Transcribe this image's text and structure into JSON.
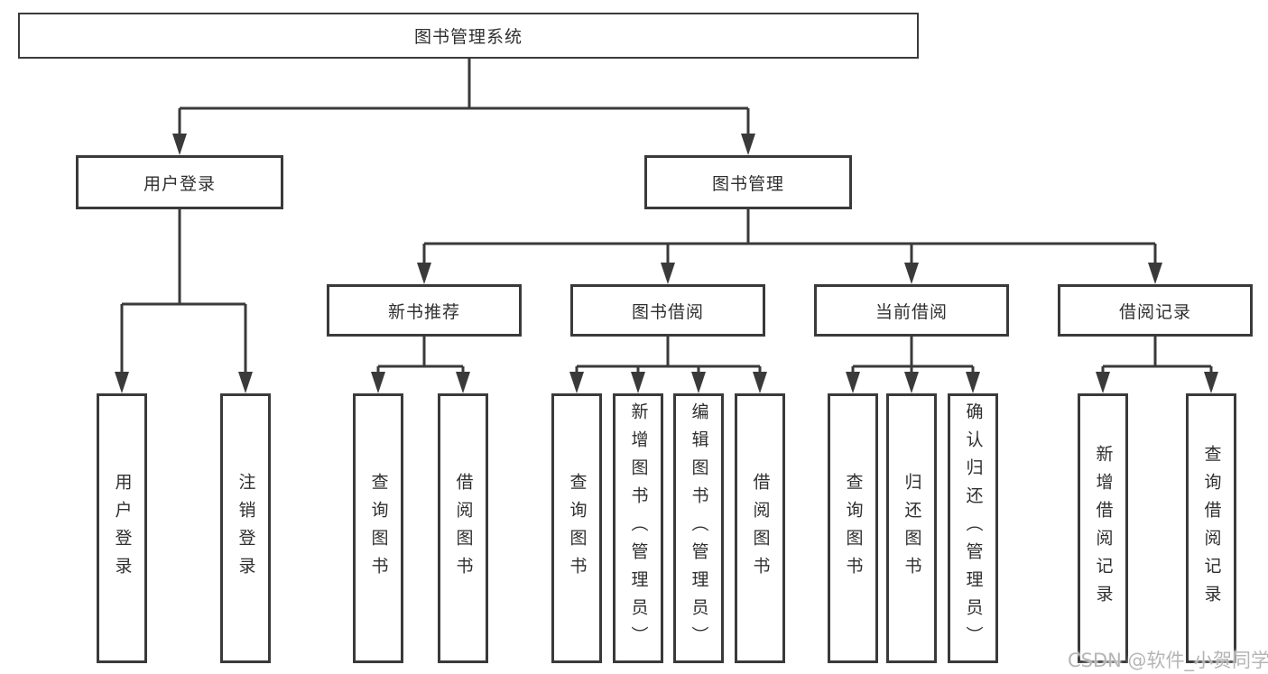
{
  "diagram_type": "tree",
  "nodes": {
    "root": "图书管理系统",
    "user_login": "用户登录",
    "book_mgmt": "图书管理",
    "new_books": "新书推荐",
    "book_borrow": "图书借阅",
    "current_borrow": "当前借阅",
    "borrow_records": "借阅记录",
    "leaf_user_login": "用户登录",
    "leaf_logout": "注销登录",
    "leaf_nb_query": "查询图书",
    "leaf_nb_borrow": "借阅图书",
    "leaf_bb_query": "查询图书",
    "leaf_bb_add": "新增图书（管理员）",
    "leaf_bb_edit": "编辑图书（管理员）",
    "leaf_bb_borrow": "借阅图书",
    "leaf_cb_query": "查询图书",
    "leaf_cb_return": "归还图书",
    "leaf_cb_confirm": "确认归还（管理员）",
    "leaf_br_add": "新增借阅记录",
    "leaf_br_query": "查询借阅记录"
  },
  "hierarchy": {
    "图书管理系统": {
      "用户登录": [
        "用户登录",
        "注销登录"
      ],
      "图书管理": {
        "新书推荐": [
          "查询图书",
          "借阅图书"
        ],
        "图书借阅": [
          "查询图书",
          "新增图书（管理员）",
          "编辑图书（管理员）",
          "借阅图书"
        ],
        "当前借阅": [
          "查询图书",
          "归还图书",
          "确认归还（管理员）"
        ],
        "借阅记录": [
          "新增借阅记录",
          "查询借阅记录"
        ]
      }
    }
  },
  "watermark": "CSDN @软件_小贺同学",
  "colors": {
    "line": "#3a3a3a",
    "text": "#2f2f2f",
    "background": "#ffffff",
    "watermark": "#b5b5b5"
  }
}
